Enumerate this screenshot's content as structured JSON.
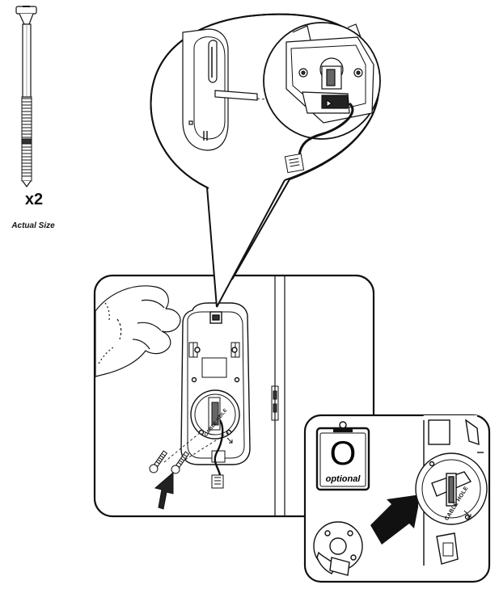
{
  "screw_callout": {
    "quantity_label": "x2",
    "size_note": "Actual Size"
  },
  "door_plate": {
    "cable_hole_label": "CABLE HOLE"
  },
  "optional_inset": {
    "badge_letter": "O",
    "badge_word": "optional",
    "cable_hole_label": "CABLE HOLE"
  }
}
